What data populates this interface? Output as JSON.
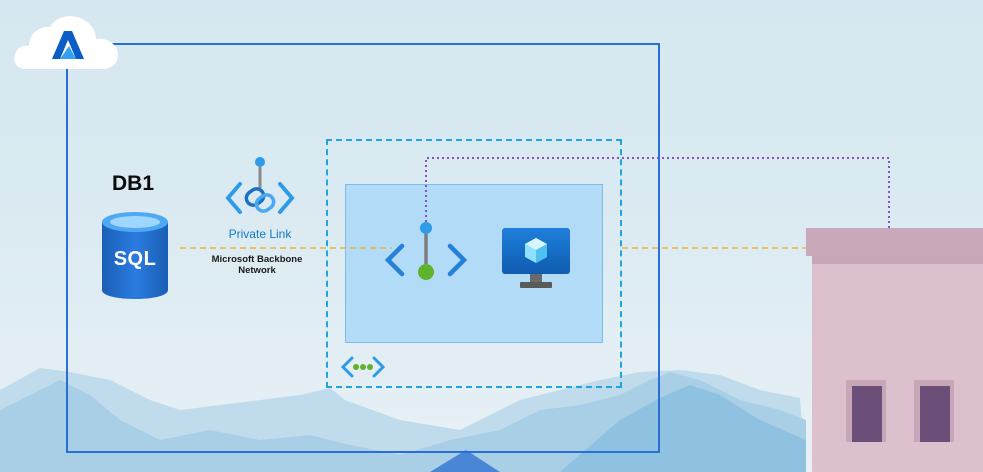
{
  "diagram": {
    "database": {
      "name": "DB1",
      "engine_label": "SQL",
      "icon": "sql-database-icon"
    },
    "private_link": {
      "label": "Private Link",
      "icon": "private-link-icon"
    },
    "backbone": {
      "line1": "Microsoft Backbone",
      "line2": "Network"
    },
    "icons": {
      "cloud": "azure-cloud-icon",
      "private_endpoint": "private-endpoint-icon",
      "virtual_machine": "virtual-machine-icon",
      "virtual_network": "virtual-network-icon",
      "on_premises": "on-premises-building-icon"
    },
    "colors": {
      "azure_boundary": "#2a6fd6",
      "vnet_border": "#1fa6e0",
      "subnet_fill": "#b2dbf7",
      "data_flow_line": "#e9b43a",
      "management_line": "#8a4fc7",
      "private_link_text": "#1478c8",
      "building": "#d9bccb"
    }
  }
}
